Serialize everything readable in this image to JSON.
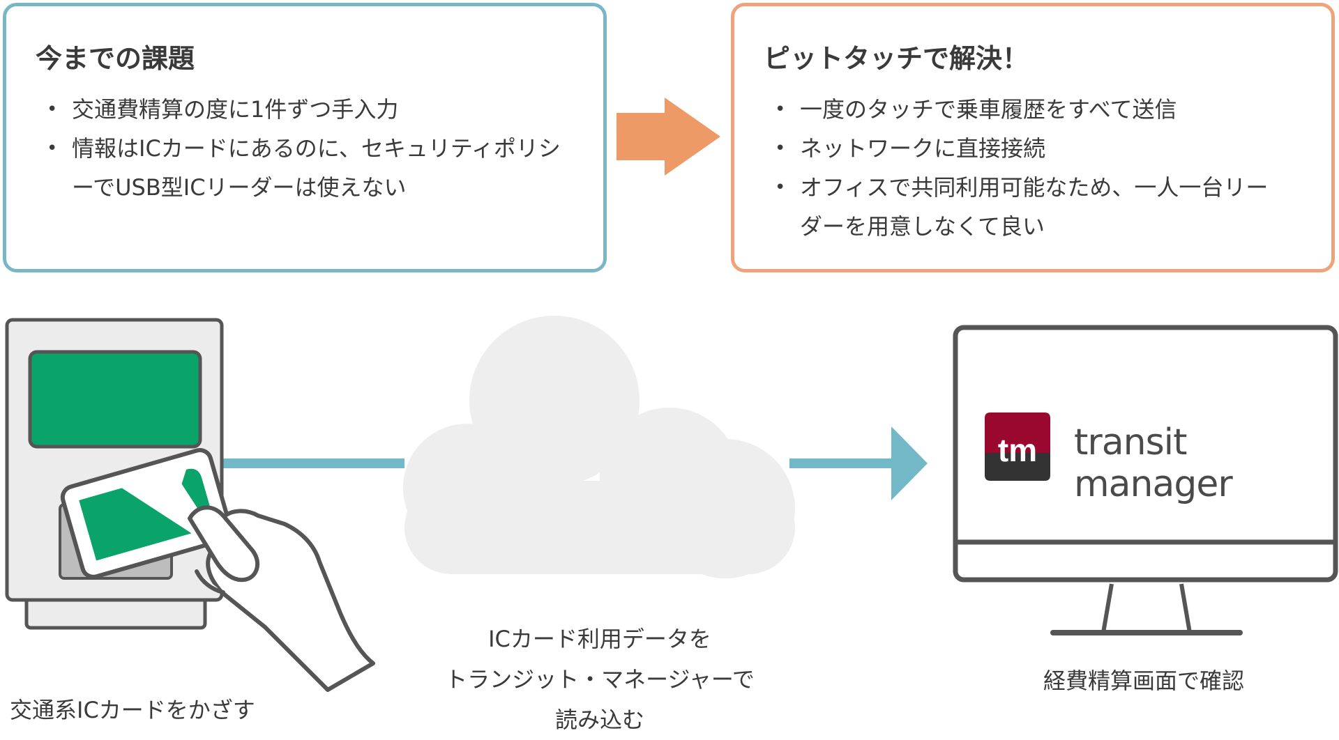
{
  "problems": {
    "title": "今までの課題",
    "items": [
      "交通費精算の度に1件ずつ手入力",
      "情報はICカードにあるのに、セキュリティポリシーでUSB型ICリーダーは使えない"
    ]
  },
  "solution": {
    "title": "ピットタッチで解決！",
    "items": [
      "一度のタッチで乗車履歴をすべて送信",
      "ネットワークに直接接続",
      "オフィスで共同利用可能なため、一人一台リーダーを用意しなくて良い"
    ]
  },
  "steps": {
    "card": "交通系ICカードをかざす",
    "cloud_line1": "ICカード利用データを",
    "cloud_line2": "トランジット・マネージャーで",
    "cloud_line3": "読み込む",
    "monitor": "経費精算画面で確認"
  },
  "logo": {
    "mark": "tm",
    "name": "transit manager"
  },
  "colors": {
    "problem_border": "#7ab7c4",
    "solution_border": "#eda37c",
    "arrow_orange": "#ee9a67",
    "line_blue": "#72b8c6",
    "card_green": "#0aa36a",
    "logo_red": "#9a0830",
    "logo_dark": "#333333"
  }
}
